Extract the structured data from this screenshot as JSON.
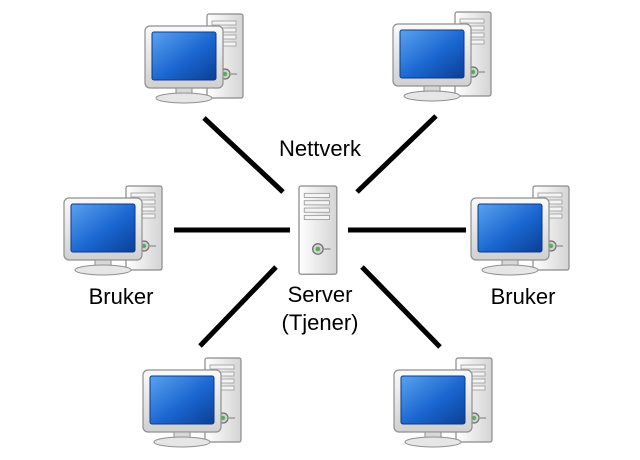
{
  "labels": {
    "network": "Nettverk",
    "server_line1": "Server",
    "server_line2": "(Tjener)",
    "client_left": "Bruker",
    "client_right": "Bruker"
  },
  "nodes": [
    {
      "id": "computer-top-left",
      "icon": "desktop-computer-icon"
    },
    {
      "id": "computer-top-right",
      "icon": "desktop-computer-icon"
    },
    {
      "id": "computer-mid-left",
      "icon": "desktop-computer-icon"
    },
    {
      "id": "computer-mid-right",
      "icon": "desktop-computer-icon"
    },
    {
      "id": "computer-bottom-left",
      "icon": "desktop-computer-icon"
    },
    {
      "id": "computer-bottom-right",
      "icon": "desktop-computer-icon"
    },
    {
      "id": "server",
      "icon": "server-tower-icon"
    }
  ],
  "edges": [
    [
      "server",
      "computer-top-left"
    ],
    [
      "server",
      "computer-top-right"
    ],
    [
      "server",
      "computer-mid-left"
    ],
    [
      "server",
      "computer-mid-right"
    ],
    [
      "server",
      "computer-bottom-left"
    ],
    [
      "server",
      "computer-bottom-right"
    ]
  ],
  "colors": {
    "line": "#000000",
    "screen": "#1a73d9",
    "case": "#e8e8e8"
  }
}
